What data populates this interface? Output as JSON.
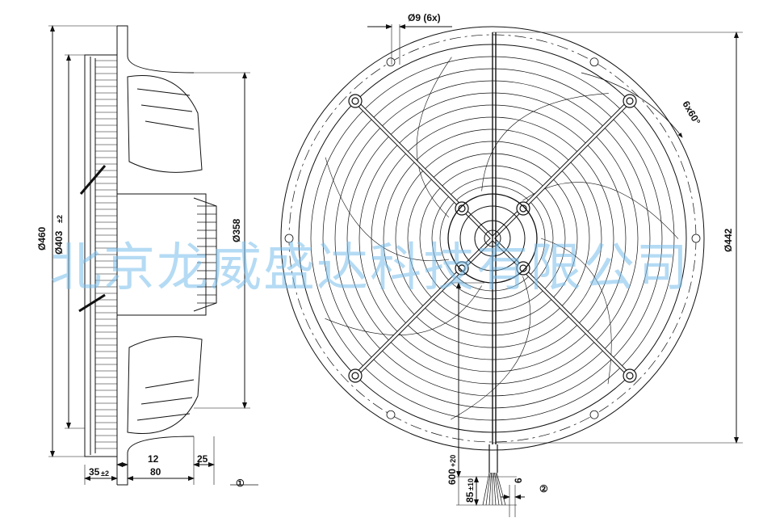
{
  "side_view": {
    "dim_outer_diameter": "Ø460",
    "dim_inner_diameter": "Ø403",
    "dim_inner_tol": "±2",
    "dim_hub_diameter": "Ø358",
    "dim_12": "12",
    "dim_25": "25",
    "dim_35": "35",
    "dim_35_tol": "±2",
    "dim_80": "80",
    "marker_1": "①"
  },
  "front_view": {
    "dim_holes": "Ø9 (6x)",
    "dim_angle": "6x60°",
    "dim_bolt_circle": "Ø442",
    "dim_cable_length": "600",
    "dim_cable_tol": "+20",
    "dim_85": "85",
    "dim_85_tol": "±10",
    "dim_6": "6",
    "marker_2": "②"
  },
  "watermark": "北京龙威盛达科技有限公司",
  "colors": {
    "line": "#111111",
    "watermark": "#78beeb"
  }
}
